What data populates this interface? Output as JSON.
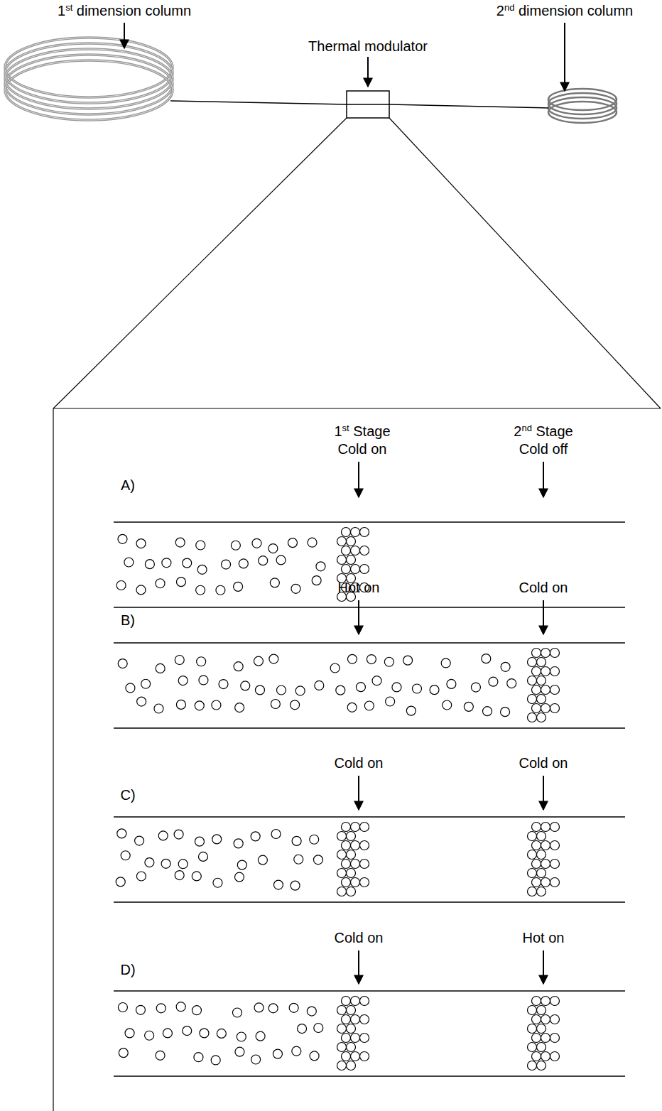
{
  "diagram": {
    "labels": [
      "1st dimension column",
      "2nd dimension column",
      "Thermal modulator",
      "1st Stage",
      "Cold on",
      "2nd Stage",
      "Cold off",
      "A)",
      "Hot on",
      "Cold on",
      "B)",
      "Cold on",
      "Cold on",
      "C)",
      "Cold on",
      "Hot on",
      "D)"
    ]
  }
}
